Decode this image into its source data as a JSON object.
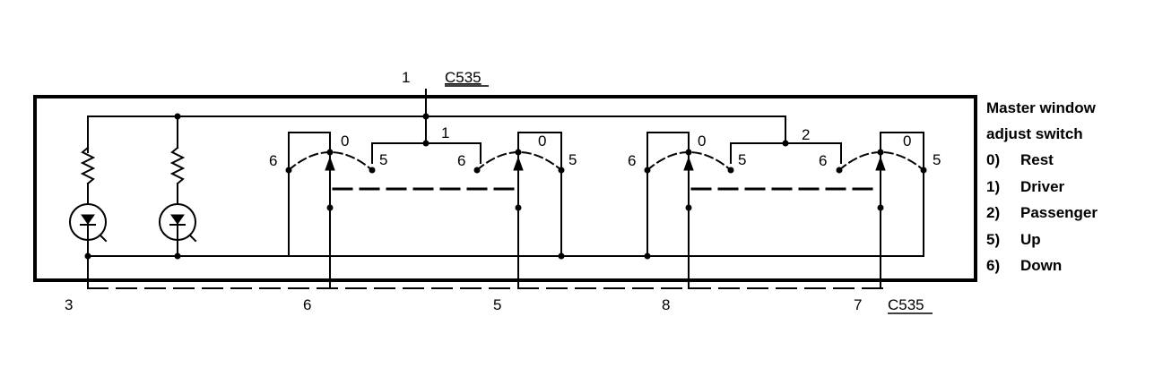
{
  "connector_top": {
    "pin": "1",
    "label": "C535"
  },
  "connector_bottom": {
    "pins": [
      "3",
      "6",
      "5",
      "8",
      "7"
    ],
    "label": "C535"
  },
  "switch_pos": {
    "zero": "0",
    "five": "5",
    "six": "6"
  },
  "bus_labels": {
    "driver": "1",
    "passenger": "2"
  },
  "legend": {
    "title_line1": "Master window",
    "title_line2": "adjust switch",
    "items": [
      {
        "code": "0)",
        "text": "Rest"
      },
      {
        "code": "1)",
        "text": "Driver"
      },
      {
        "code": "2)",
        "text": "Passenger"
      },
      {
        "code": "5)",
        "text": "Up"
      },
      {
        "code": "6)",
        "text": "Down"
      }
    ]
  }
}
